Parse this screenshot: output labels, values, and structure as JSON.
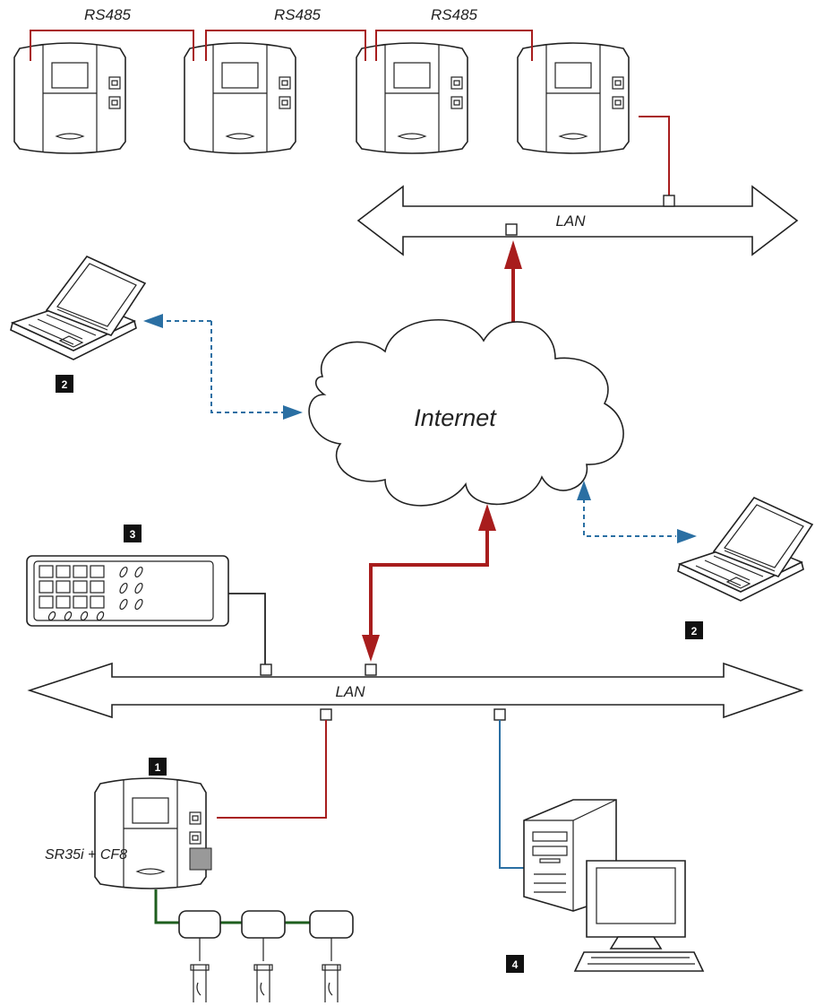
{
  "labels": {
    "rs485_1": "RS485",
    "rs485_2": "RS485",
    "rs485_3": "RS485",
    "lan_top": "LAN",
    "lan_bottom": "LAN",
    "internet": "Internet",
    "sensor_bus": "SR35i + CF8"
  },
  "badges": {
    "laptop_left": "2",
    "laptop_right": "2",
    "panel": "3",
    "controller": "1",
    "pc": "4"
  },
  "colors": {
    "rs485_link": "#a81d1d",
    "internet_link": "#a81d1d",
    "remote_link": "#2a6fa3",
    "sensor_bus": "#1e5e1e",
    "pc_link": "#2a6fa3"
  },
  "icons": [
    "controller-unit",
    "laptop",
    "operator-panel",
    "desktop-pc",
    "lan-bus",
    "internet-cloud",
    "sensor-probe"
  ]
}
